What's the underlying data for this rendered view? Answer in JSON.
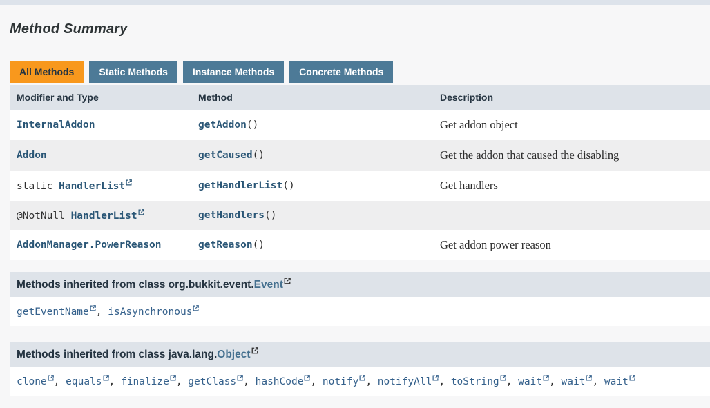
{
  "section": {
    "title": "Method Summary"
  },
  "tabs": [
    {
      "label": "All Methods",
      "active": true
    },
    {
      "label": "Static Methods",
      "active": false
    },
    {
      "label": "Instance Methods",
      "active": false
    },
    {
      "label": "Concrete Methods",
      "active": false
    }
  ],
  "table": {
    "headers": [
      "Modifier and Type",
      "Method",
      "Description"
    ],
    "rows": [
      {
        "modifier": "",
        "type": "InternalAddon",
        "type_external": false,
        "method": "getAddon",
        "parens": "()",
        "description": "Get addon object"
      },
      {
        "modifier": "",
        "type": "Addon",
        "type_external": false,
        "method": "getCaused",
        "parens": "()",
        "description": "Get the addon that caused the disabling"
      },
      {
        "modifier": "static ",
        "type": "HandlerList",
        "type_external": true,
        "method": "getHandlerList",
        "parens": "()",
        "description": "Get handlers"
      },
      {
        "modifier": "@NotNull ",
        "type": "HandlerList",
        "type_external": true,
        "method": "getHandlers",
        "parens": "()",
        "description": ""
      },
      {
        "modifier": "",
        "type": "AddonManager.PowerReason",
        "type_external": false,
        "method": "getReason",
        "parens": "()",
        "description": "Get addon power reason"
      }
    ]
  },
  "inherited": [
    {
      "heading_prefix": "Methods inherited from class org.bukkit.event.",
      "class_name": "Event",
      "links": [
        "getEventName",
        "isAsynchronous"
      ]
    },
    {
      "heading_prefix": "Methods inherited from class java.lang.",
      "class_name": "Object",
      "links": [
        "clone",
        "equals",
        "finalize",
        "getClass",
        "hashCode",
        "notify",
        "notifyAll",
        "toString",
        "wait",
        "wait",
        "wait"
      ]
    }
  ],
  "ui": {
    "separator": ", "
  },
  "colors": {
    "active_tab": "#F8981D",
    "inactive_tab": "#4D7A97",
    "header_bg": "#DEE3E9",
    "alt_row_bg": "#EEEEEF",
    "code_link": "#2A5676",
    "inherited_link": "#35618C",
    "heading_link": "#45708F",
    "top_bar": "#DDE3EB"
  }
}
